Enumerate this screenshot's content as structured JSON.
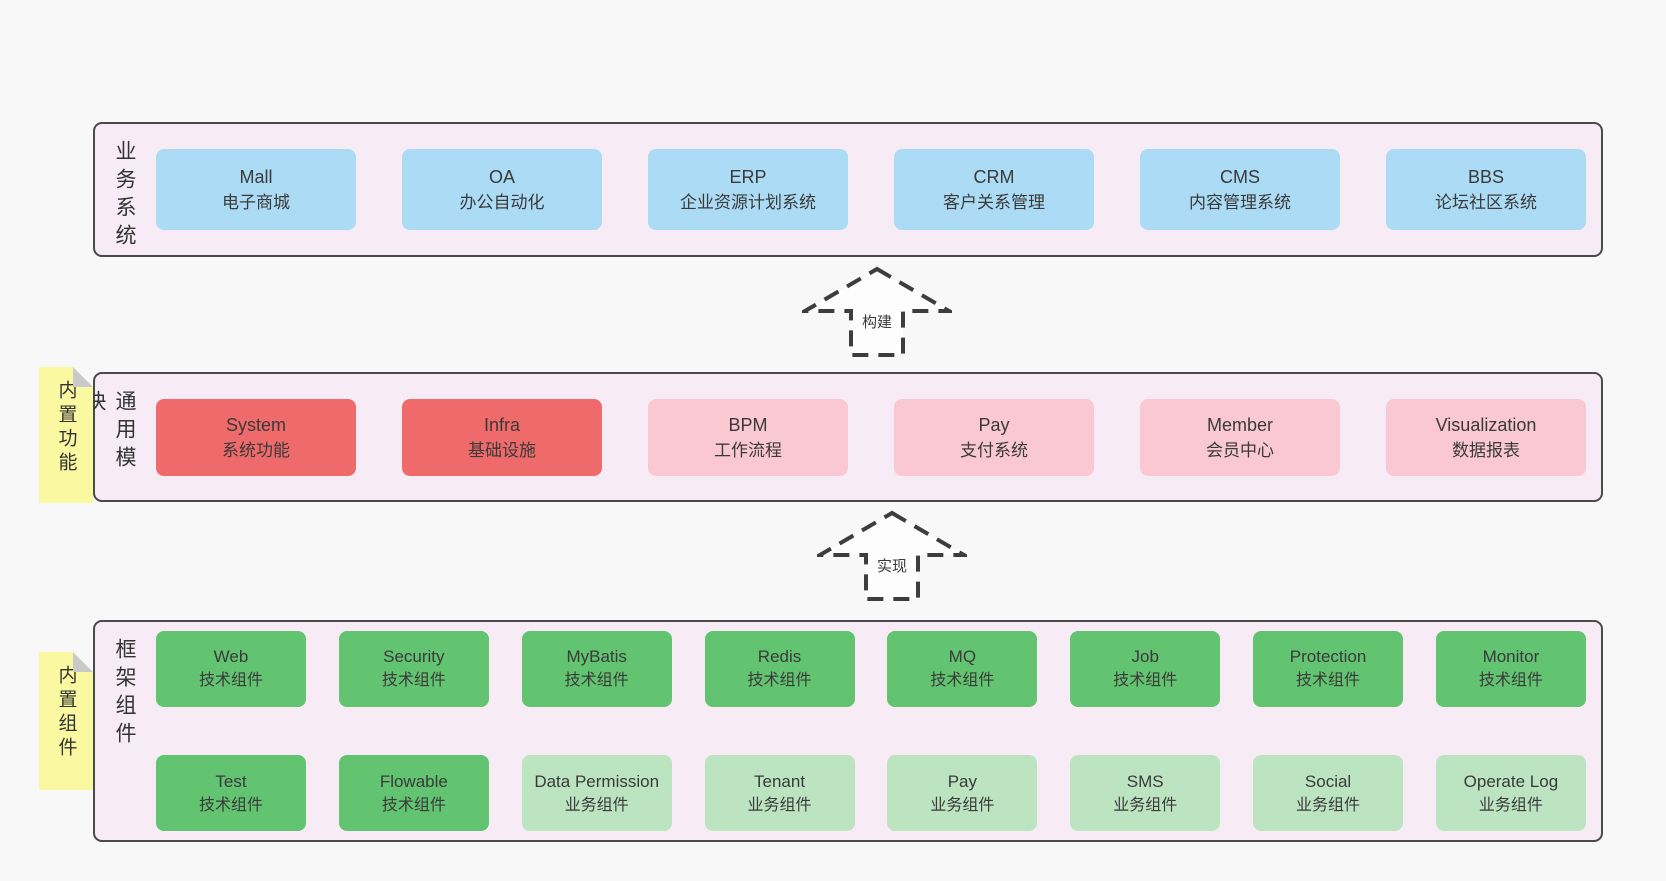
{
  "colors": {
    "page_bg": "#f8f8f8",
    "layer_bg": "#f7ecf5",
    "layer_border": "#4a4a4a",
    "text": "#3a3a3a",
    "blue": "#abdbf5",
    "red": "#ef6a6b",
    "pink": "#f9c8d2",
    "green": "#62c370",
    "lightgreen": "#bce4c1",
    "tag_bg": "#fbf8a2",
    "tag_fold": "#c9c9c9",
    "arrow_stroke": "#3d3d3d",
    "arrow_fill": "#fdfdfd"
  },
  "arrows": [
    {
      "label": "构建"
    },
    {
      "label": "实现"
    }
  ],
  "layers": [
    {
      "id": "business",
      "label": "业务系统",
      "boxes": [
        {
          "title": "Mall",
          "subtitle": "电子商城",
          "variant": "blue"
        },
        {
          "title": "OA",
          "subtitle": "办公自动化",
          "variant": "blue"
        },
        {
          "title": "ERP",
          "subtitle": "企业资源计划系统",
          "variant": "blue"
        },
        {
          "title": "CRM",
          "subtitle": "客户关系管理",
          "variant": "blue"
        },
        {
          "title": "CMS",
          "subtitle": "内容管理系统",
          "variant": "blue"
        },
        {
          "title": "BBS",
          "subtitle": "论坛社区系统",
          "variant": "blue"
        }
      ]
    },
    {
      "id": "modules",
      "label": "通用模块",
      "tag": "内置功能",
      "boxes": [
        {
          "title": "System",
          "subtitle": "系统功能",
          "variant": "red"
        },
        {
          "title": "Infra",
          "subtitle": "基础设施",
          "variant": "red"
        },
        {
          "title": "BPM",
          "subtitle": "工作流程",
          "variant": "pink"
        },
        {
          "title": "Pay",
          "subtitle": "支付系统",
          "variant": "pink"
        },
        {
          "title": "Member",
          "subtitle": "会员中心",
          "variant": "pink"
        },
        {
          "title": "Visualization",
          "subtitle": "数据报表",
          "variant": "pink"
        }
      ]
    },
    {
      "id": "components",
      "label": "框架组件",
      "tag": "内置组件",
      "rows": [
        [
          {
            "title": "Web",
            "subtitle": "技术组件",
            "variant": "green"
          },
          {
            "title": "Security",
            "subtitle": "技术组件",
            "variant": "green"
          },
          {
            "title": "MyBatis",
            "subtitle": "技术组件",
            "variant": "green"
          },
          {
            "title": "Redis",
            "subtitle": "技术组件",
            "variant": "green"
          },
          {
            "title": "MQ",
            "subtitle": "技术组件",
            "variant": "green"
          },
          {
            "title": "Job",
            "subtitle": "技术组件",
            "variant": "green"
          },
          {
            "title": "Protection",
            "subtitle": "技术组件",
            "variant": "green"
          },
          {
            "title": "Monitor",
            "subtitle": "技术组件",
            "variant": "green"
          }
        ],
        [
          {
            "title": "Test",
            "subtitle": "技术组件",
            "variant": "green"
          },
          {
            "title": "Flowable",
            "subtitle": "技术组件",
            "variant": "green"
          },
          {
            "title": "Data Permission",
            "subtitle": "业务组件",
            "variant": "lightgreen"
          },
          {
            "title": "Tenant",
            "subtitle": "业务组件",
            "variant": "lightgreen"
          },
          {
            "title": "Pay",
            "subtitle": "业务组件",
            "variant": "lightgreen"
          },
          {
            "title": "SMS",
            "subtitle": "业务组件",
            "variant": "lightgreen"
          },
          {
            "title": "Social",
            "subtitle": "业务组件",
            "variant": "lightgreen"
          },
          {
            "title": "Operate Log",
            "subtitle": "业务组件",
            "variant": "lightgreen"
          }
        ]
      ]
    }
  ]
}
